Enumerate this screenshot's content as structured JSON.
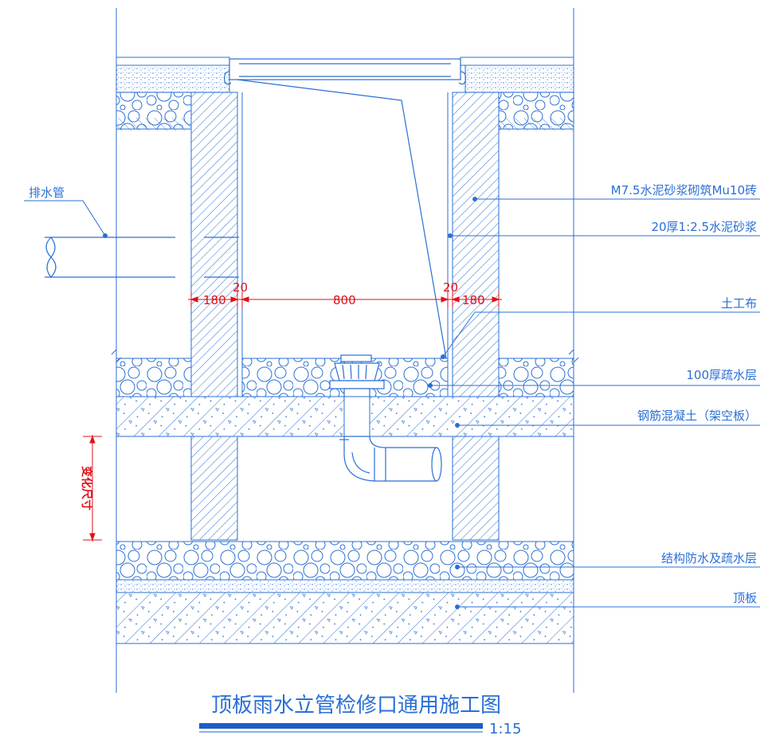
{
  "labels": {
    "drain_pipe": "排水管",
    "brick_wall": "M7.5水泥砂浆砌筑Mu10砖",
    "mortar": "20厚1:2.5水泥砂浆",
    "geotextile": "土工布",
    "drainage_layer": "100厚疏水层",
    "rc_slab": "钢筋混凝土（架空板）",
    "waterproof_layer": "结构防水及疏水层",
    "roof_slab": "顶板",
    "variable_size": "变化尺寸"
  },
  "dimensions": {
    "left_wall": "180",
    "left_mortar": "20",
    "opening": "800",
    "right_mortar": "20",
    "right_wall": "180"
  },
  "title": {
    "text": "顶板雨水立管检修口通用施工图",
    "scale": "1:15"
  },
  "colors": {
    "line": "#2a6fd6",
    "dimension": "#e0101a",
    "title_bar": "#1a5fc8"
  }
}
